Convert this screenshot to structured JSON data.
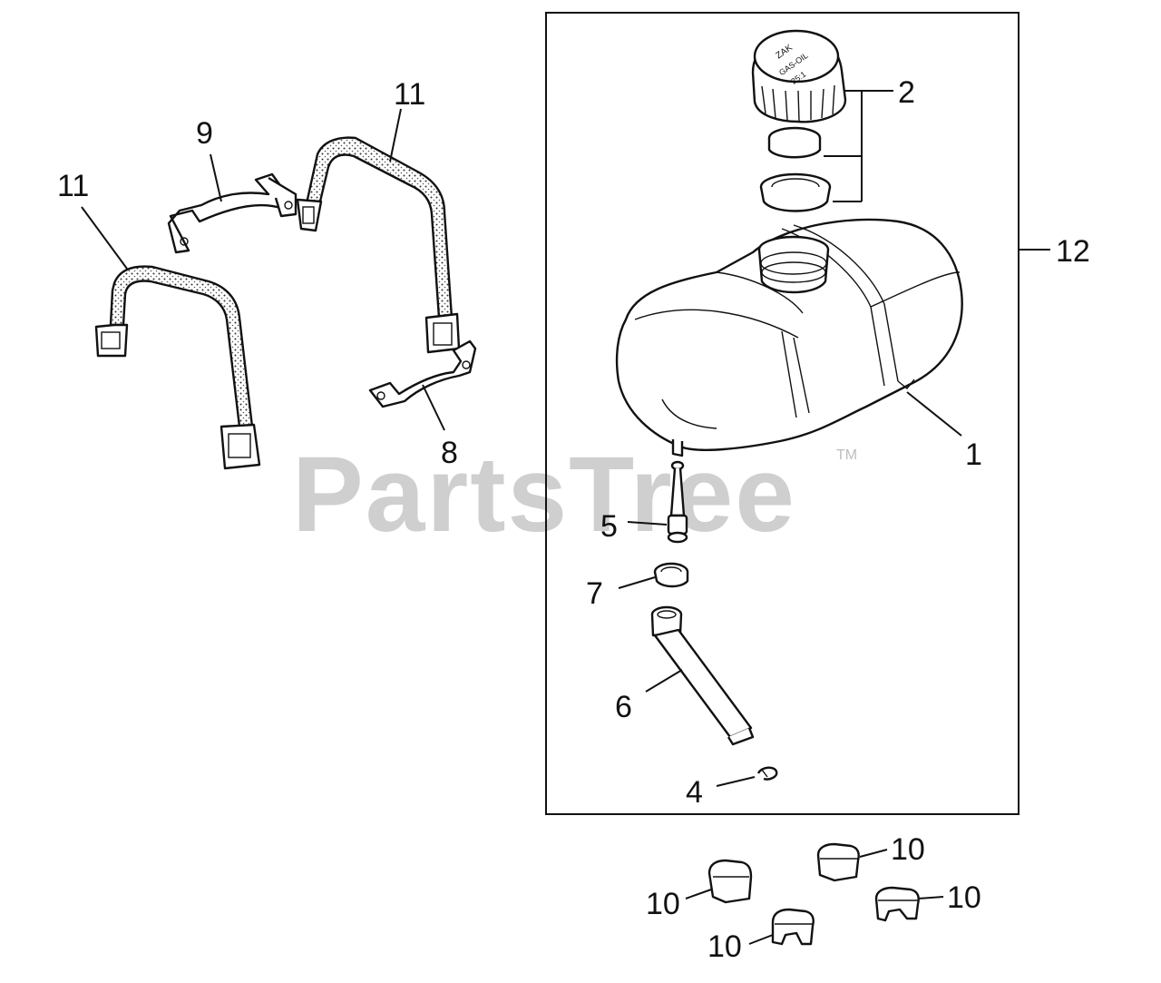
{
  "watermark": {
    "text": "PartsTree",
    "tm": "TM"
  },
  "callouts": {
    "c1": "1",
    "c2": "2",
    "c4": "4",
    "c5": "5",
    "c6": "6",
    "c7": "7",
    "c8": "8",
    "c9": "9",
    "c10a": "10",
    "c10b": "10",
    "c10c": "10",
    "c10d": "10",
    "c11a": "11",
    "c11b": "11",
    "c12": "12"
  },
  "cap_text": {
    "line1": "ZAK",
    "line2": "GAS-OIL",
    "line3": "25:1"
  }
}
